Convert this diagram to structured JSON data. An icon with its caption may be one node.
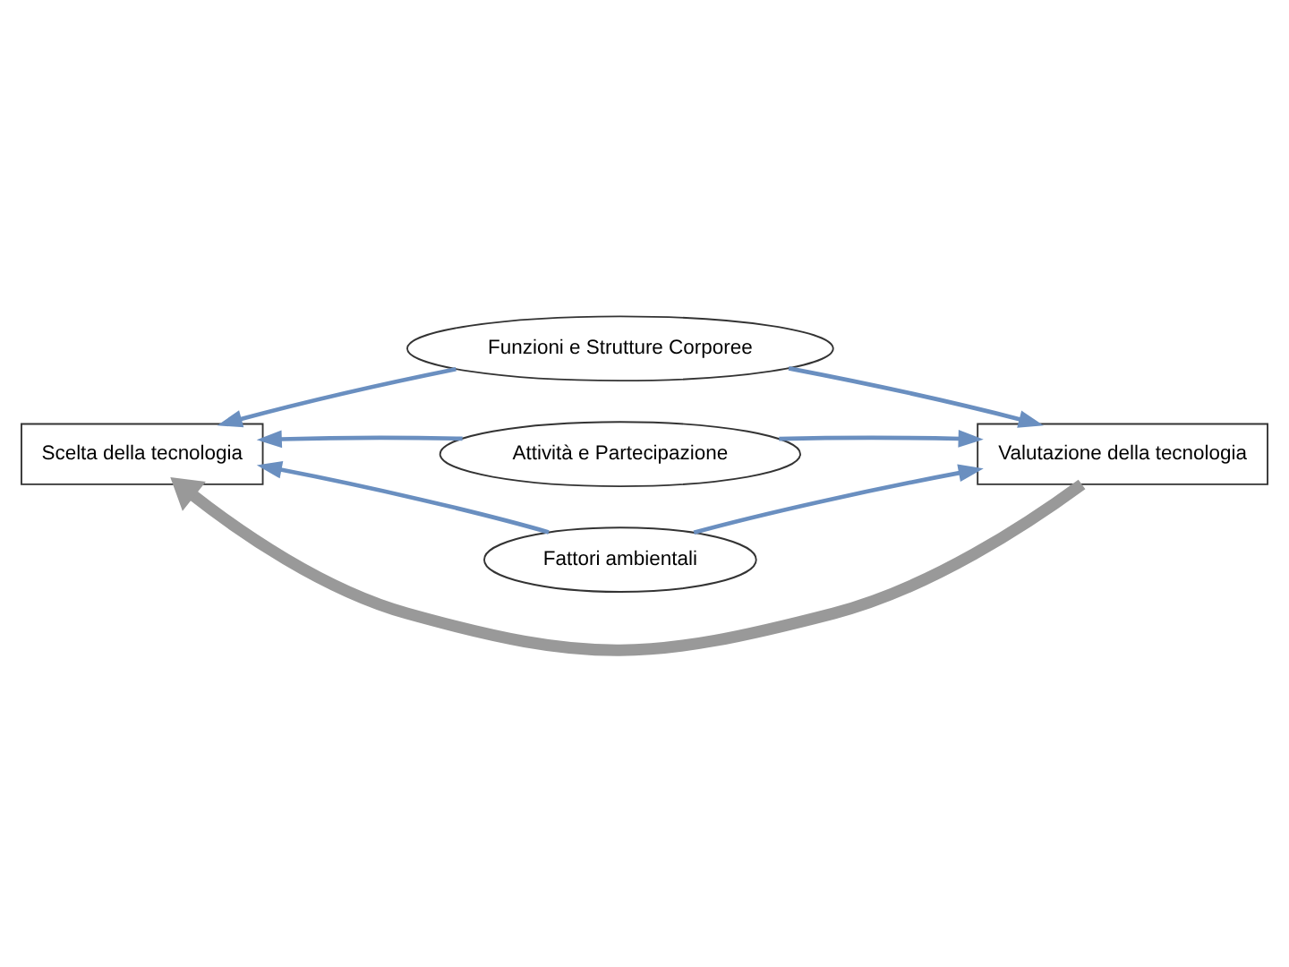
{
  "diagram": {
    "nodes": [
      {
        "text": [
          "Funzioni e Strutture Corporee"
        ]
      },
      {
        "text": [
          "Scelta della tecnologia"
        ]
      },
      {
        "text": [
          "Attività e Partecipazione"
        ]
      },
      {
        "text": [
          "Valutazione della tecnologia"
        ]
      },
      {
        "text": [
          "Fattori ambientali"
        ]
      }
    ],
    "edges": [
      {
        "from": 0,
        "to": 1,
        "arrow": "to"
      },
      {
        "from": 0,
        "to": 3,
        "arrow": "to"
      },
      {
        "from": 2,
        "to": 1,
        "arrow": "to"
      },
      {
        "from": 2,
        "to": 3,
        "arrow": "to"
      },
      {
        "from": 4,
        "to": 1,
        "arrow": "to"
      },
      {
        "from": 4,
        "to": 3,
        "arrow": "to"
      },
      {
        "from": 3,
        "to": 1,
        "arrow": "to",
        "style": "thick",
        "color": "#999999"
      }
    ]
  }
}
